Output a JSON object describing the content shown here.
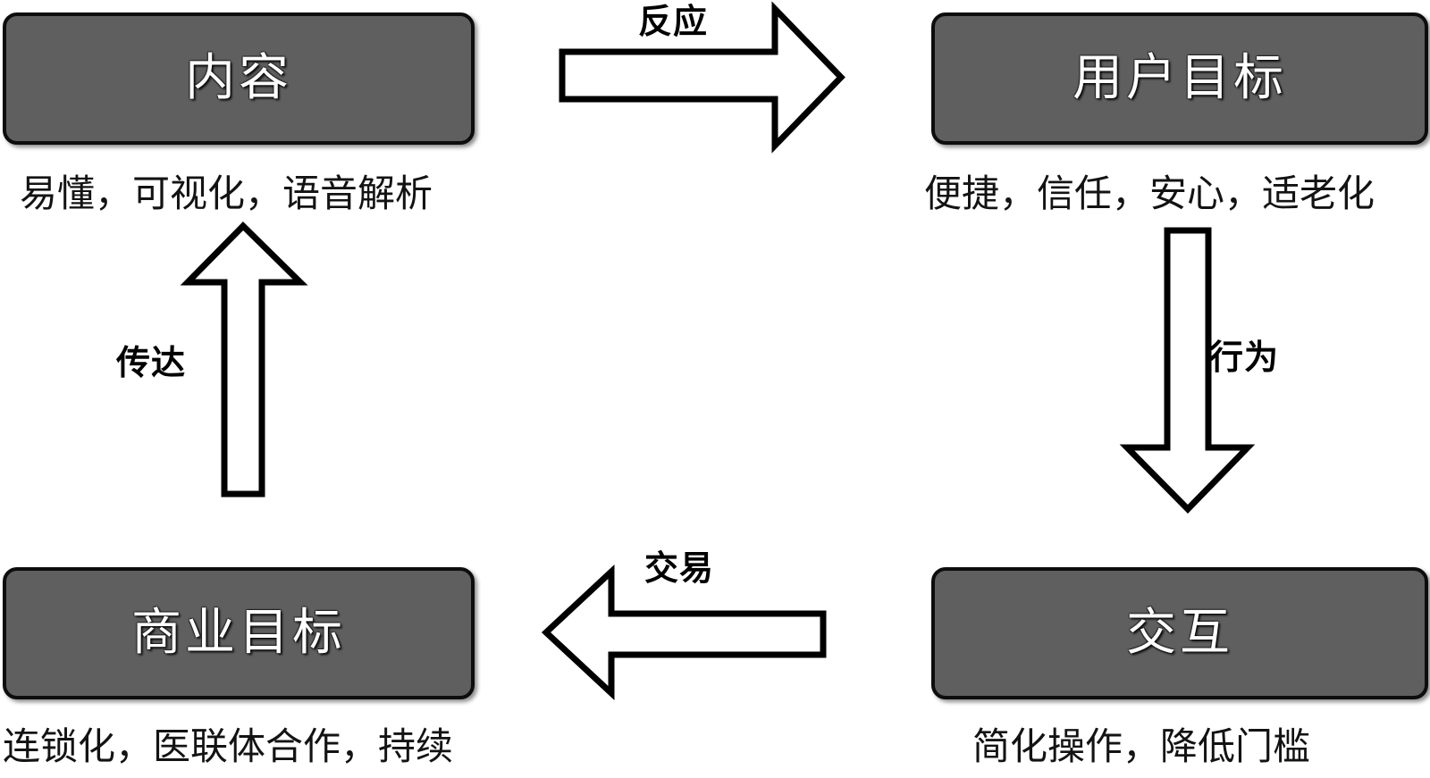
{
  "diagram": {
    "title_present": false,
    "background_color": "#ffffff",
    "node_fill_color": "#5f5f5f",
    "node_border_color": "#0d0d0d",
    "node_text_color": "#ffffff",
    "arrow_fill_color": "#ffffff",
    "arrow_stroke_color": "#000000",
    "caption_text_color": "#131313"
  },
  "nodes": [
    {
      "id": "content",
      "label": "内容",
      "caption": "易懂，可视化，语音解析",
      "position": "top-left"
    },
    {
      "id": "user-goal",
      "label": "用户目标",
      "caption": "便捷，信任，安心，适老化",
      "position": "top-right"
    },
    {
      "id": "business-goal",
      "label": "商业目标",
      "caption": "连锁化，医联体合作，持续",
      "position": "bottom-left"
    },
    {
      "id": "interaction",
      "label": "交互",
      "caption": "简化操作，降低门槛",
      "position": "bottom-right"
    }
  ],
  "arrows": [
    {
      "id": "response",
      "label": "反应",
      "direction": "right",
      "from": "content",
      "to": "user-goal",
      "icon": "block-arrow-right-icon"
    },
    {
      "id": "behavior",
      "label": "行为",
      "direction": "down",
      "from": "user-goal",
      "to": "interaction",
      "icon": "block-arrow-down-icon"
    },
    {
      "id": "transaction",
      "label": "交易",
      "direction": "left",
      "from": "interaction",
      "to": "business-goal",
      "icon": "block-arrow-left-icon"
    },
    {
      "id": "convey",
      "label": "传达",
      "direction": "up",
      "from": "business-goal",
      "to": "content",
      "icon": "block-arrow-up-icon"
    }
  ]
}
